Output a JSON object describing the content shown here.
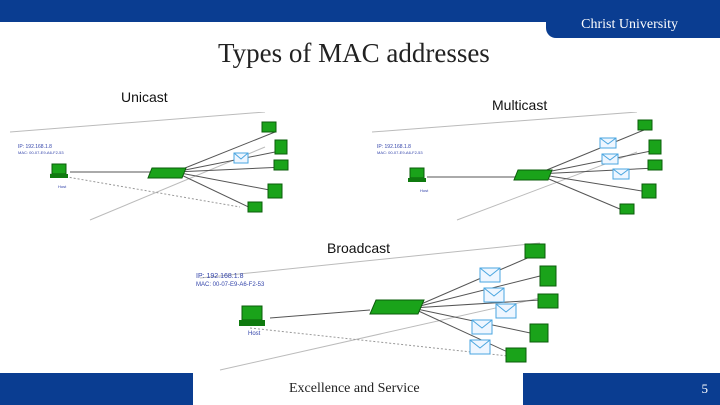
{
  "header": {
    "org": "Christ University"
  },
  "slide": {
    "title": "Types of MAC addresses",
    "page_number": "5"
  },
  "sections": {
    "unicast": {
      "label": "Unicast",
      "ip": "IP: 192.168.1.8",
      "mac": "MAC: 00-07-E9-A6-F2-53",
      "host": "Host"
    },
    "multicast": {
      "label": "Multicast",
      "ip": "IP: 192.168.1.8",
      "mac": "MAC: 00-07-E9-A6-F2-53",
      "host": "Host"
    },
    "broadcast": {
      "label": "Broadcast",
      "ip": "IP: 192.168.1.8",
      "mac": "MAC: 00-07-E9-A6-F2-53",
      "host": "Host"
    }
  },
  "footer": {
    "motto": "Excellence and Service"
  },
  "colors": {
    "brand_blue": "#0a3d91",
    "device_green": "#1aa31a",
    "envelope_blue": "#4aa6e0"
  }
}
